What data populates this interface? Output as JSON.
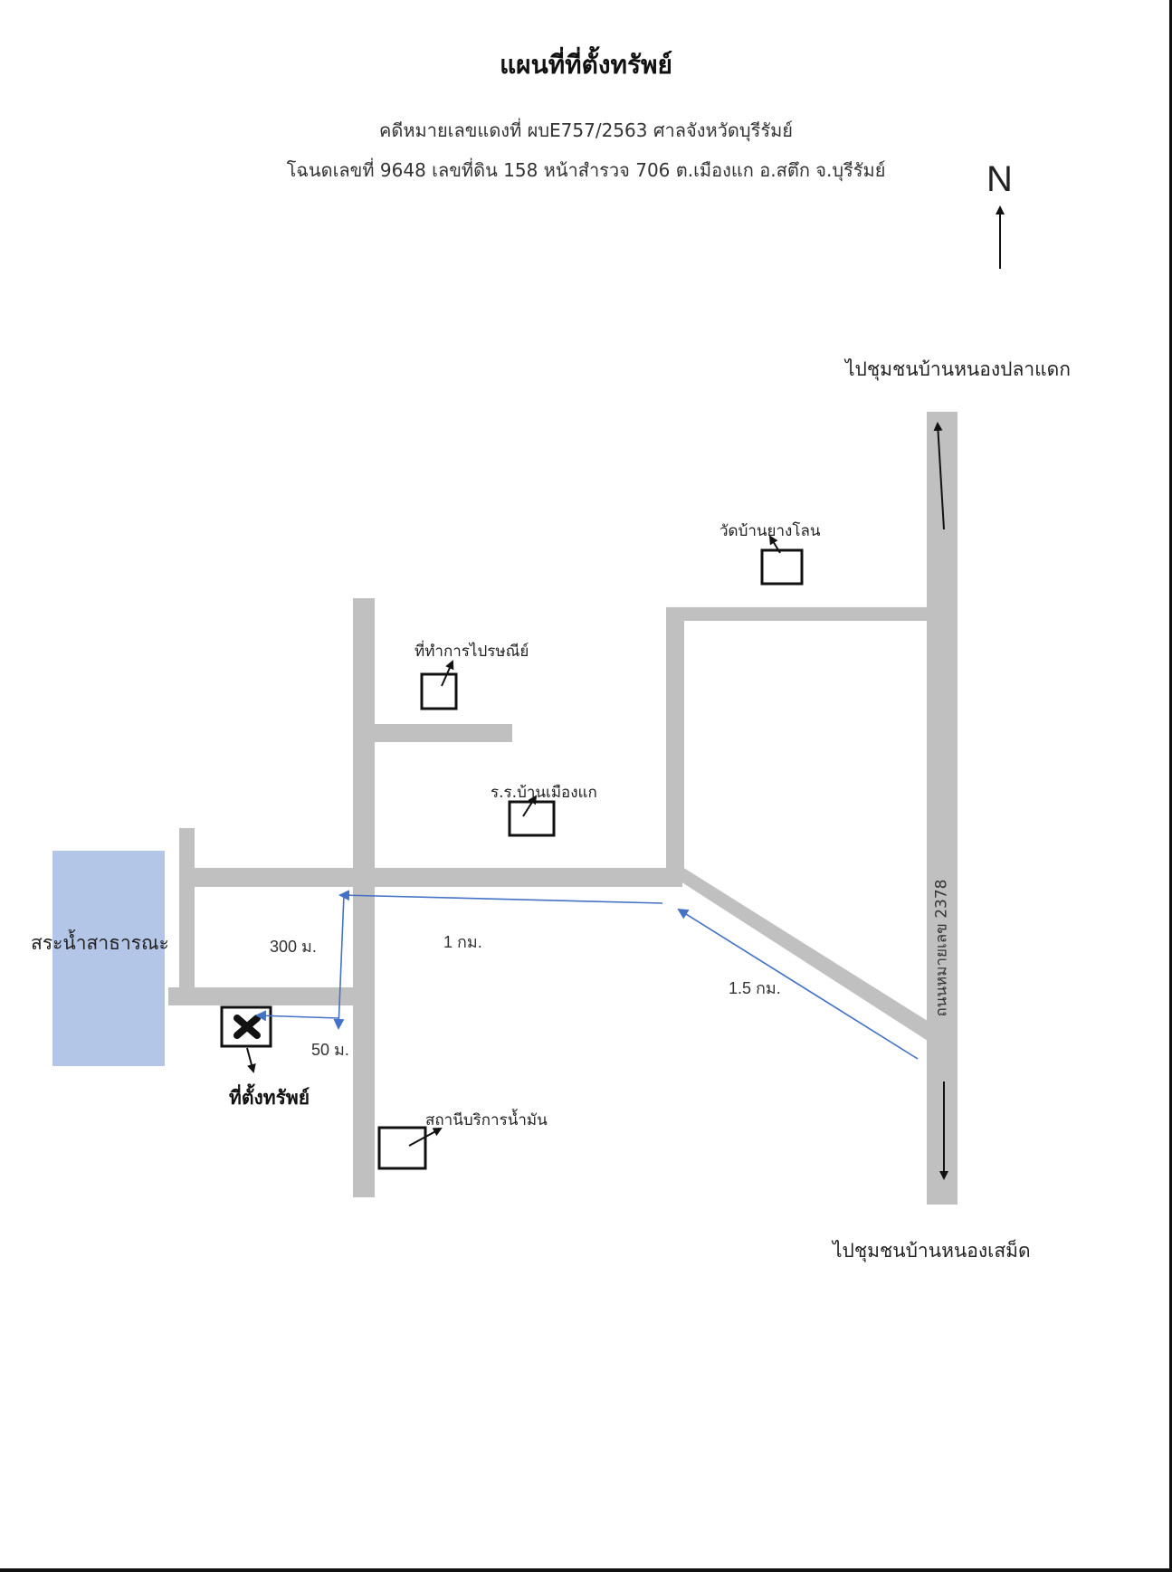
{
  "header": {
    "title": "แผนที่ที่ตั้งทรัพย์",
    "case_line": "คดีหมายเลขแดงที่ ผบE757/2563 ศาลจังหวัดบุรีรัมย์",
    "deed_line": "โฉนดเลขที่ 9648 เลขที่ดิน 158 หน้าสำรวจ 706 ต.เมืองแก อ.สตึก จ.บุรีรัมย์"
  },
  "compass": {
    "label": "N"
  },
  "directions": {
    "to_north": "ไปชุมชนบ้านหนองปลาแดก",
    "to_south": "ไปชุมชนบ้านหนองเสม็ด"
  },
  "road": {
    "highway_label": "ถนนหมายเลข 2378"
  },
  "landmarks": {
    "temple": "วัดบ้านยางโลน",
    "post_office": "ที่ทำการไปรษณีย์",
    "school": "ร.ร.บ้านเมืองแก",
    "gas_station": "สถานีบริการน้ำมัน",
    "pond": "สระน้ำสาธารณะ"
  },
  "property": {
    "label": "ที่ตั้งทรัพย์"
  },
  "distances": {
    "d_300m": "300 ม.",
    "d_1km": "1 กม.",
    "d_1_5km": "1.5 กม.",
    "d_50m": "50 ม."
  },
  "colors": {
    "road": "#c0c0c0",
    "pond": "#b4c6e7",
    "route_arrow": "#4472c4",
    "outline": "#111111"
  }
}
